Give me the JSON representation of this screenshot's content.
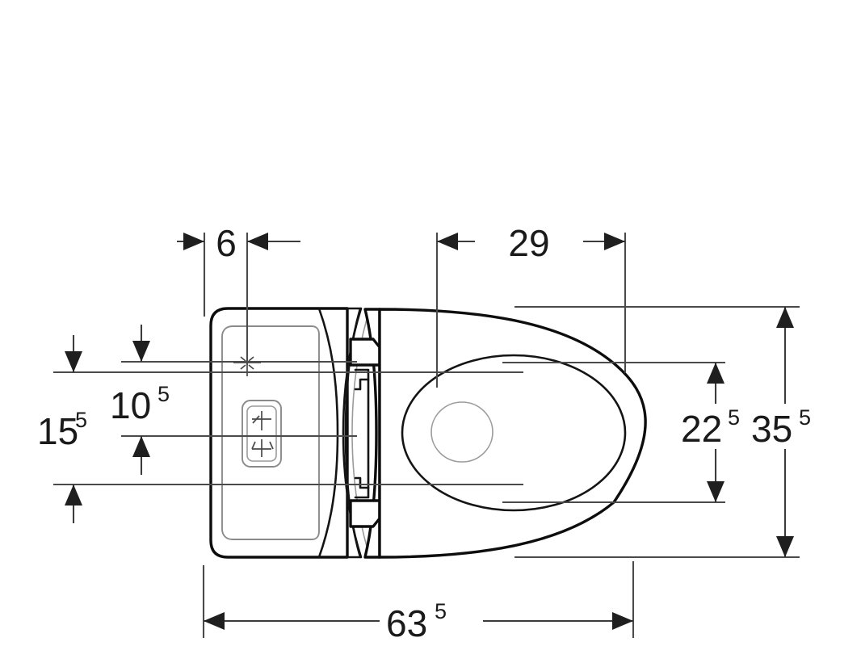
{
  "drawing": {
    "title": "Wall-hung toilet with concealed cistern — top view dimensioned drawing",
    "type": "technical-line-drawing",
    "projection": "top-view",
    "units": "cm",
    "background_color": "#ffffff",
    "line_color": "#0d0d0d",
    "dimension_color": "#3c3c3c",
    "text_color": "#1a1a1a"
  },
  "dimensions": {
    "top_left": {
      "id": "dim-6",
      "value": "6",
      "superscript": "",
      "orientation": "horizontal",
      "arrow_style": "outward",
      "label": "6"
    },
    "top_right": {
      "id": "dim-29",
      "value": "29",
      "superscript": "",
      "orientation": "horizontal",
      "arrow_style": "inward",
      "label": "29"
    },
    "left_outer": {
      "id": "dim-15-5",
      "value": "15",
      "superscript": "5",
      "orientation": "vertical",
      "arrow_style": "inward",
      "label": "15⁵"
    },
    "left_inner": {
      "id": "dim-10-5",
      "value": "10",
      "superscript": "5",
      "orientation": "vertical",
      "arrow_style": "inward",
      "label": "10⁵"
    },
    "right_inner": {
      "id": "dim-22-5",
      "value": "22",
      "superscript": "5",
      "orientation": "vertical",
      "arrow_style": "inward",
      "label": "22⁵"
    },
    "right_outer": {
      "id": "dim-35-5",
      "value": "35",
      "superscript": "5",
      "orientation": "vertical",
      "arrow_style": "inward",
      "label": "35⁵"
    },
    "bottom": {
      "id": "dim-63-5",
      "value": "63",
      "superscript": "5",
      "orientation": "horizontal",
      "arrow_style": "outward",
      "label": "63⁵"
    }
  },
  "parts": {
    "cistern": {
      "name": "concealed-cistern-cover",
      "description": "rounded rectangular actuator plate / cistern cover at left"
    },
    "flush_button": {
      "name": "dual-flush-button",
      "description": "rounded rectangle with dual-flush arrow symbol"
    },
    "center_mark": {
      "name": "center-crosshair-mark",
      "description": "crosshair centre marker on cistern cover"
    },
    "bowl": {
      "name": "toilet-bowl",
      "description": "oval bowl outline seen from above"
    },
    "seat_opening": {
      "name": "seat-opening",
      "description": "inner oval ring of the bowl"
    },
    "flush_outlet": {
      "name": "flush-outlet",
      "description": "small circle inside bowl"
    },
    "hinge_block": {
      "name": "hinge-connector-block",
      "description": "connector block between cistern and bowl"
    }
  }
}
